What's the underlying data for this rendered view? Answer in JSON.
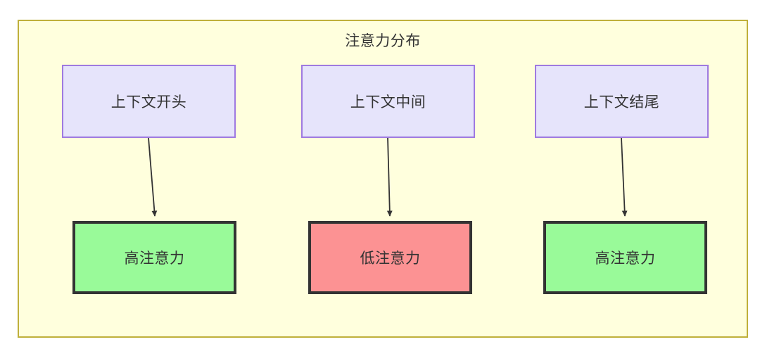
{
  "diagram": {
    "title": "注意力分布",
    "colors": {
      "container_bg": "#ffffdd",
      "container_border": "#bfb03a",
      "context_bg": "#e6e4fb",
      "context_border": "#9f7ae0",
      "high_attention_bg": "#99fa99",
      "low_attention_bg": "#fc9293",
      "node_border": "#333333",
      "edge": "#333333",
      "text": "#333333"
    },
    "columns": [
      {
        "source": "上下文开头",
        "target": "高注意力",
        "level": "high"
      },
      {
        "source": "上下文中间",
        "target": "低注意力",
        "level": "low"
      },
      {
        "source": "上下文结尾",
        "target": "高注意力",
        "level": "high"
      }
    ]
  }
}
